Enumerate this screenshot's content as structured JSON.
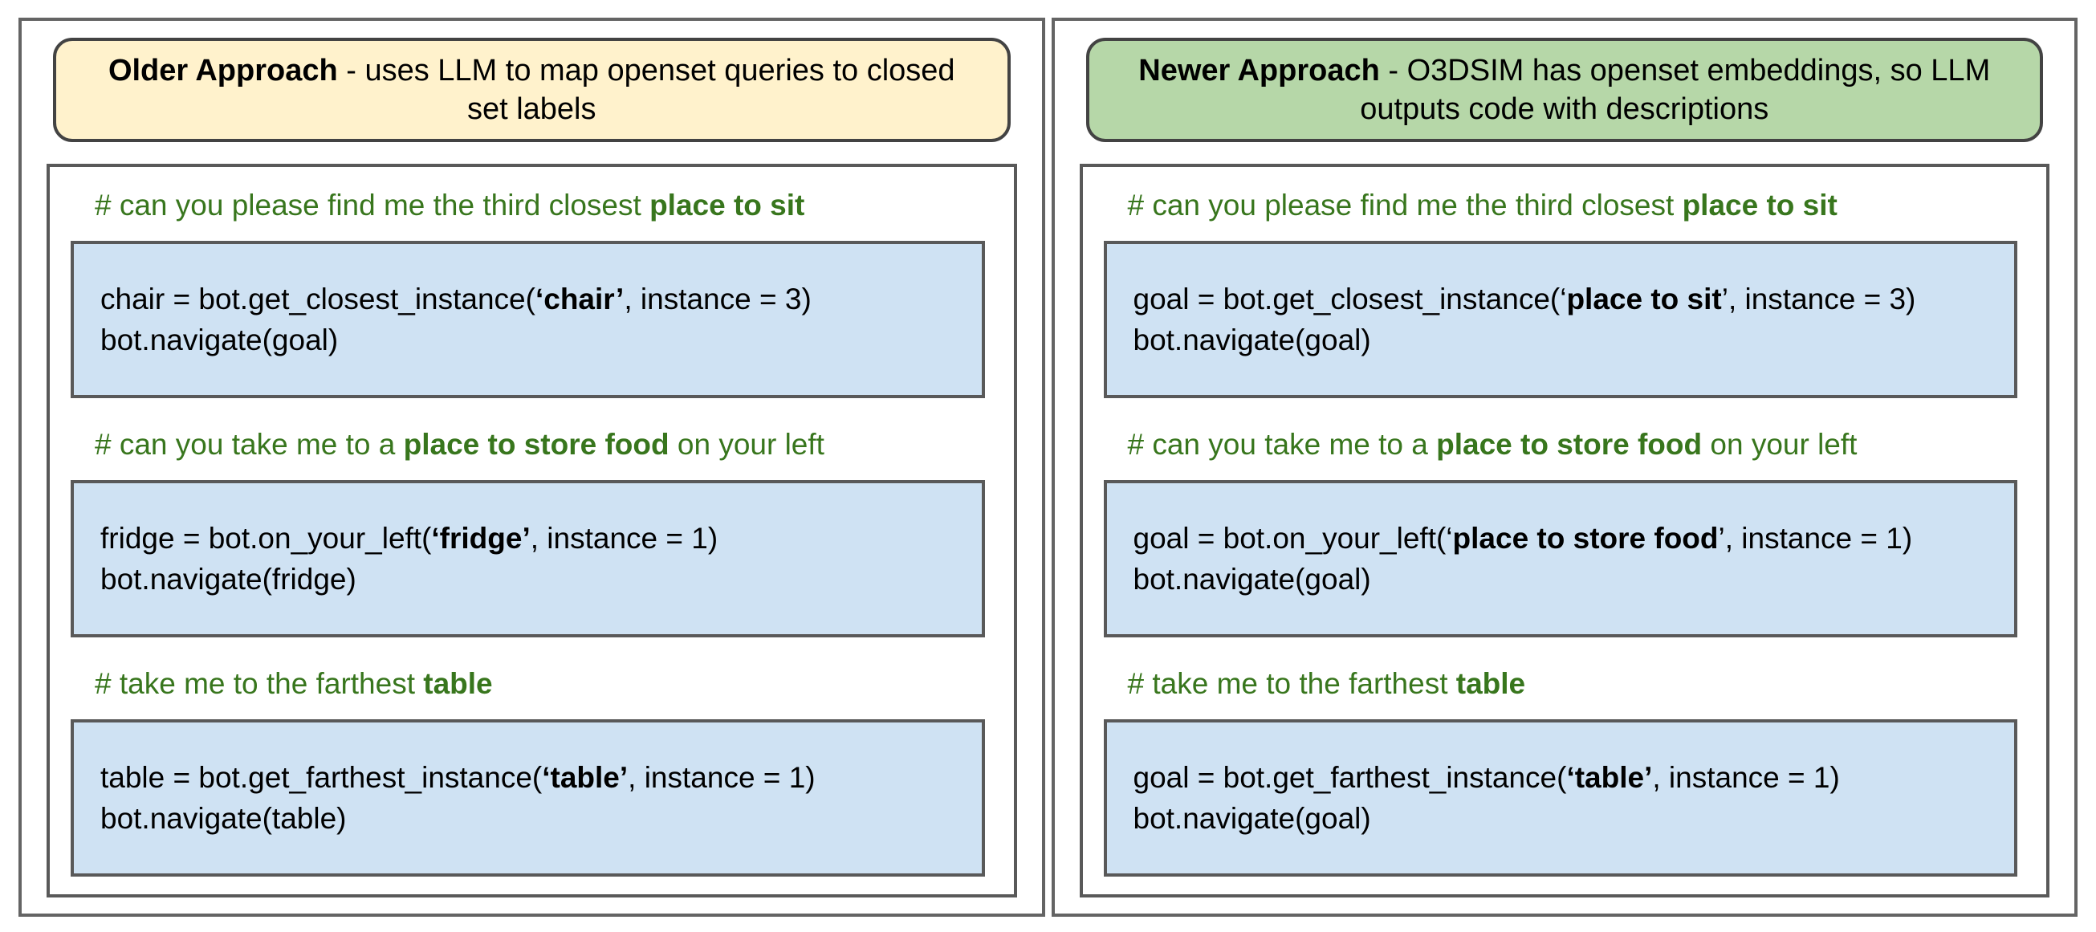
{
  "figure": {
    "description": "Comparison of older vs newer LLM robot-navigation code generation approaches"
  },
  "colors": {
    "older_header_bg": "#FFF2CC",
    "newer_header_bg": "#B6D7A8",
    "code_box_bg": "#CFE2F3",
    "comment_green": "#38761D",
    "header_border": "#434343",
    "box_border": "#595959",
    "panel_border": "#646464"
  },
  "panels": [
    {
      "id": "older",
      "header_bg": "#FFF2CC",
      "header": {
        "title": "Older Approach",
        "rest": " - uses LLM to map openset queries to closed set labels"
      },
      "sections": [
        {
          "comment": {
            "pre": "# can you please find me the third closest ",
            "bold": "place to sit",
            "post": ""
          },
          "code": {
            "pre": "chair = bot.get_closest_instance(",
            "bold": "‘chair’",
            "post": ", instance = 3)",
            "line2": "bot.navigate(goal)"
          }
        },
        {
          "comment": {
            "pre": "# can you take me to a ",
            "bold": "place to store food",
            "post": " on your left"
          },
          "code": {
            "pre": "fridge = bot.on_your_left(",
            "bold": "‘fridge’",
            "post": ", instance = 1)",
            "line2": "bot.navigate(fridge)"
          }
        },
        {
          "comment": {
            "pre": "# take me to the farthest ",
            "bold": "table",
            "post": ""
          },
          "code": {
            "pre": "table = bot.get_farthest_instance(",
            "bold": "‘table’",
            "post": ", instance = 1)",
            "line2": "bot.navigate(table)"
          }
        }
      ]
    },
    {
      "id": "newer",
      "header_bg": "#B6D7A8",
      "header": {
        "title": "Newer Approach",
        "rest": " - O3DSIM has openset embeddings, so LLM outputs code with descriptions"
      },
      "sections": [
        {
          "comment": {
            "pre": "# can you please find me the third closest ",
            "bold": "place to sit",
            "post": ""
          },
          "code": {
            "pre": "goal = bot.get_closest_instance(‘",
            "bold": "place to sit",
            "post": "’, instance = 3)",
            "line2": "bot.navigate(goal)"
          }
        },
        {
          "comment": {
            "pre": "# can you take me to a ",
            "bold": "place to store food",
            "post": " on your left"
          },
          "code": {
            "pre": "goal = bot.on_your_left(‘",
            "bold": "place to store food",
            "post": "’, instance = 1)",
            "line2": "bot.navigate(goal)"
          }
        },
        {
          "comment": {
            "pre": "# take me to the farthest ",
            "bold": "table",
            "post": ""
          },
          "code": {
            "pre": "goal = bot.get_farthest_instance(",
            "bold": "‘table’",
            "post": ", instance = 1)",
            "line2": "bot.navigate(goal)"
          }
        }
      ]
    }
  ]
}
